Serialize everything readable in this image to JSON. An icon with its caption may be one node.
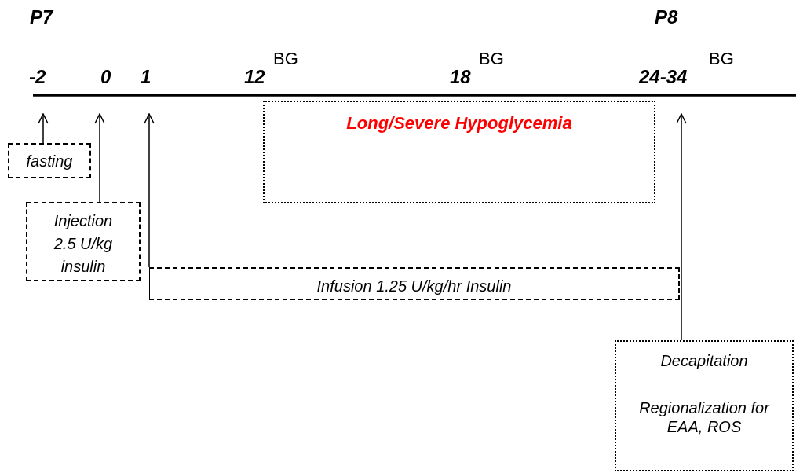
{
  "diagram": {
    "nodes": [
      {
        "text": [
          "fasting"
        ]
      },
      {
        "text": [
          "Injection 2.5 U/kg insulin"
        ]
      },
      {
        "text": [
          "Infusion 1.25 U/kg/hr Insulin"
        ]
      },
      {
        "text": [
          "Long/Severe Hypoglycemia"
        ]
      },
      {
        "text": [
          "Decapitation",
          "Regionalization for EAA, ROS"
        ]
      }
    ],
    "edges": [
      {
        "from": 0,
        "to": null,
        "arrow": "to"
      },
      {
        "from": 1,
        "to": null,
        "arrow": "to"
      },
      {
        "from": 2,
        "to": null,
        "arrow": "to"
      },
      {
        "from": 4,
        "to": null,
        "arrow": "to"
      }
    ],
    "labels": [
      "P7",
      "P8",
      "-2",
      "0",
      "1",
      "12",
      "BG",
      "18",
      "BG",
      "24-34",
      "BG"
    ]
  }
}
